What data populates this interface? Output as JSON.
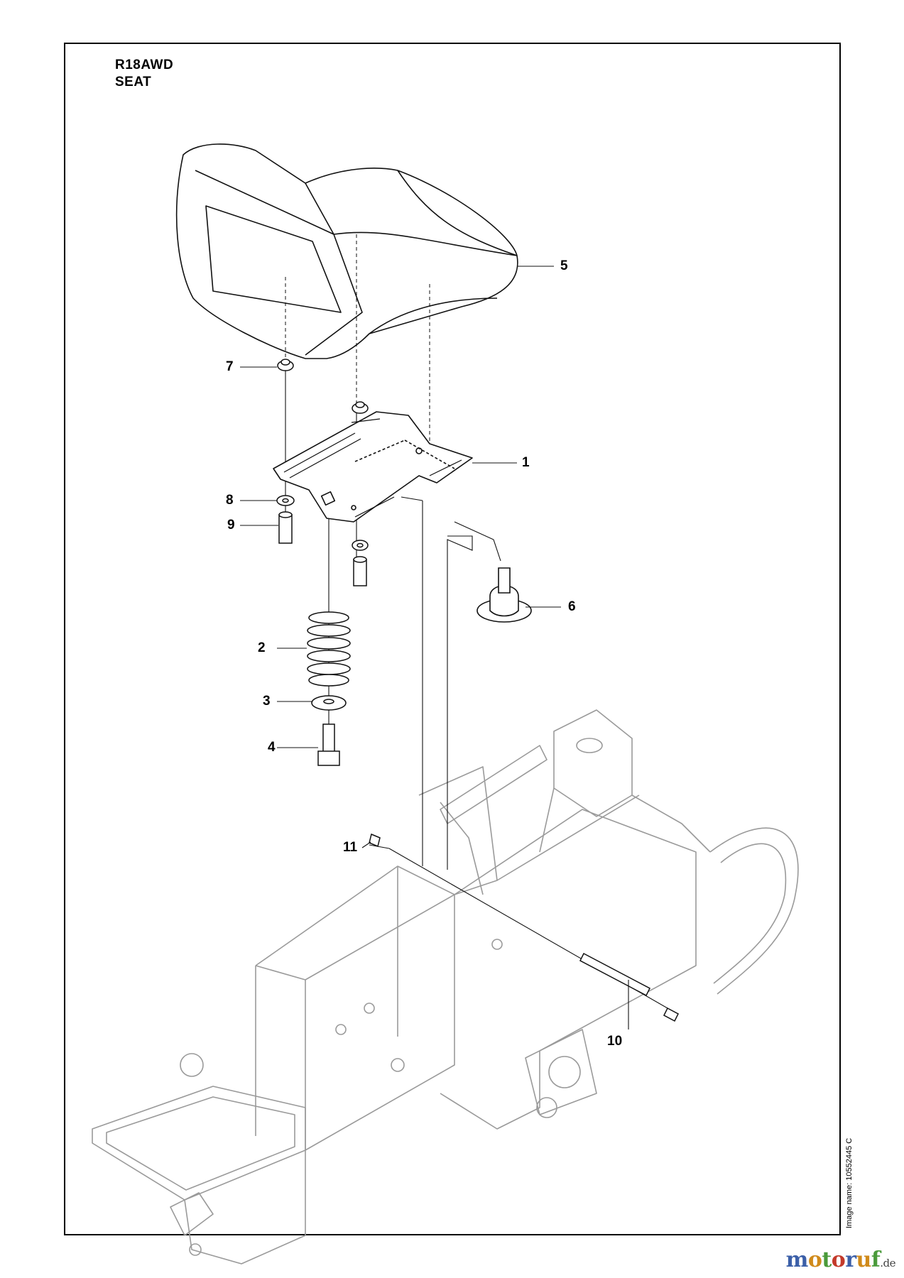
{
  "header": {
    "model": "R18AWD",
    "section": "SEAT"
  },
  "callouts": [
    {
      "id": "c1",
      "label": "1"
    },
    {
      "id": "c2",
      "label": "2"
    },
    {
      "id": "c3",
      "label": "3"
    },
    {
      "id": "c4",
      "label": "4"
    },
    {
      "id": "c5",
      "label": "5"
    },
    {
      "id": "c6",
      "label": "6"
    },
    {
      "id": "c7",
      "label": "7"
    },
    {
      "id": "c8",
      "label": "8"
    },
    {
      "id": "c9",
      "label": "9"
    },
    {
      "id": "c10",
      "label": "10"
    },
    {
      "id": "c11",
      "label": "11"
    }
  ],
  "image_name": "Image name: 10552445 C",
  "watermark": {
    "letters": [
      {
        "ch": "m",
        "color": "#3b5fa8"
      },
      {
        "ch": "o",
        "color": "#d08a1a"
      },
      {
        "ch": "t",
        "color": "#4a9a3a"
      },
      {
        "ch": "o",
        "color": "#c33a2a"
      },
      {
        "ch": "r",
        "color": "#3b5fa8"
      },
      {
        "ch": "u",
        "color": "#d08a1a"
      },
      {
        "ch": "f",
        "color": "#4a9a3a"
      }
    ],
    "suffix": ".de"
  }
}
